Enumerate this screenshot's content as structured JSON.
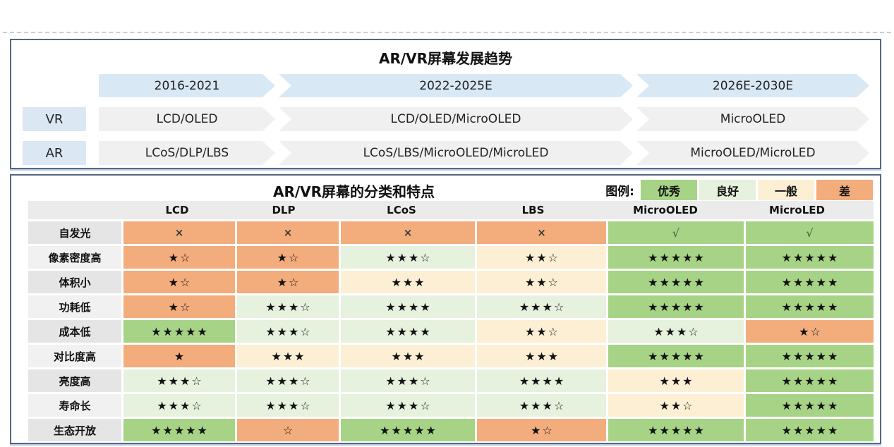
{
  "trend": {
    "title": "AR/VR屏幕发展趋势",
    "periods": [
      "2016-2021",
      "2022-2025E",
      "2026E-2030E"
    ],
    "rows": [
      {
        "label": "VR",
        "stages": [
          "LCD/OLED",
          "LCD/OLED/MicroOLED",
          "MicroOLED"
        ]
      },
      {
        "label": "AR",
        "stages": [
          "LCoS/DLP/LBS",
          "LCoS/LBS/MicroOLED/MicroLED",
          "MicroOLED/MicroLED"
        ]
      }
    ]
  },
  "table": {
    "title": "AR/VR屏幕的分类和特点",
    "legend_caption": "图例:",
    "legend": [
      {
        "label": "优秀",
        "level": "exc"
      },
      {
        "label": "良好",
        "level": "good"
      },
      {
        "label": "一般",
        "level": "avg"
      },
      {
        "label": "差",
        "level": "poor"
      }
    ],
    "columns": [
      "LCD",
      "DLP",
      "LCoS",
      "LBS",
      "MicroOLED",
      "MicroLED"
    ],
    "rows": [
      {
        "label": "自发光",
        "cells": [
          {
            "value": "×",
            "level": "poor"
          },
          {
            "value": "×",
            "level": "poor"
          },
          {
            "value": "×",
            "level": "poor"
          },
          {
            "value": "×",
            "level": "poor"
          },
          {
            "value": "√",
            "level": "exc"
          },
          {
            "value": "√",
            "level": "exc"
          }
        ]
      },
      {
        "label": "像素密度高",
        "cells": [
          {
            "value": "★☆",
            "level": "poor"
          },
          {
            "value": "★☆",
            "level": "poor"
          },
          {
            "value": "★★★☆",
            "level": "good"
          },
          {
            "value": "★★☆",
            "level": "avg"
          },
          {
            "value": "★★★★★",
            "level": "exc"
          },
          {
            "value": "★★★★★",
            "level": "exc"
          }
        ]
      },
      {
        "label": "体积小",
        "cells": [
          {
            "value": "★☆",
            "level": "poor"
          },
          {
            "value": "★☆",
            "level": "poor"
          },
          {
            "value": "★★★",
            "level": "avg"
          },
          {
            "value": "★★☆",
            "level": "avg"
          },
          {
            "value": "★★★★★",
            "level": "exc"
          },
          {
            "value": "★★★★★",
            "level": "exc"
          }
        ]
      },
      {
        "label": "功耗低",
        "cells": [
          {
            "value": "★☆",
            "level": "poor"
          },
          {
            "value": "★★★☆",
            "level": "good"
          },
          {
            "value": "★★★★",
            "level": "good"
          },
          {
            "value": "★★★☆",
            "level": "good"
          },
          {
            "value": "★★★★★",
            "level": "exc"
          },
          {
            "value": "★★★★★",
            "level": "exc"
          }
        ]
      },
      {
        "label": "成本低",
        "cells": [
          {
            "value": "★★★★★",
            "level": "exc"
          },
          {
            "value": "★★★☆",
            "level": "good"
          },
          {
            "value": "★★★★",
            "level": "good"
          },
          {
            "value": "★★☆",
            "level": "avg"
          },
          {
            "value": "★★★☆",
            "level": "good"
          },
          {
            "value": "★☆",
            "level": "poor"
          }
        ]
      },
      {
        "label": "对比度高",
        "cells": [
          {
            "value": "★",
            "level": "poor"
          },
          {
            "value": "★★★",
            "level": "avg"
          },
          {
            "value": "★★★",
            "level": "avg"
          },
          {
            "value": "★★★",
            "level": "avg"
          },
          {
            "value": "★★★★★",
            "level": "exc"
          },
          {
            "value": "★★★★★",
            "level": "exc"
          }
        ]
      },
      {
        "label": "亮度高",
        "cells": [
          {
            "value": "★★★☆",
            "level": "good"
          },
          {
            "value": "★★★☆",
            "level": "good"
          },
          {
            "value": "★★★☆",
            "level": "good"
          },
          {
            "value": "★★★★",
            "level": "good"
          },
          {
            "value": "★★★",
            "level": "avg"
          },
          {
            "value": "★★★★★",
            "level": "exc"
          }
        ]
      },
      {
        "label": "寿命长",
        "cells": [
          {
            "value": "★★★☆",
            "level": "good"
          },
          {
            "value": "★★★☆",
            "level": "good"
          },
          {
            "value": "★★★☆",
            "level": "good"
          },
          {
            "value": "★★★☆",
            "level": "good"
          },
          {
            "value": "★★☆",
            "level": "avg"
          },
          {
            "value": "★★★★★",
            "level": "exc"
          }
        ]
      },
      {
        "label": "生态开放",
        "cells": [
          {
            "value": "★★★★★",
            "level": "exc"
          },
          {
            "value": "☆",
            "level": "poor"
          },
          {
            "value": "★★★★★",
            "level": "exc"
          },
          {
            "value": "★☆",
            "level": "poor"
          },
          {
            "value": "★★★★★",
            "level": "exc"
          },
          {
            "value": "★★★★★",
            "level": "exc"
          }
        ]
      }
    ]
  },
  "colors": {
    "excellent": "#a6d385",
    "good": "#e6f1de",
    "average": "#fcefd4",
    "poor": "#f3ac7c",
    "panel_border": "#55677e",
    "timeline_blue": "#d9e8f5",
    "stage_gray": "#f0f0f0"
  }
}
